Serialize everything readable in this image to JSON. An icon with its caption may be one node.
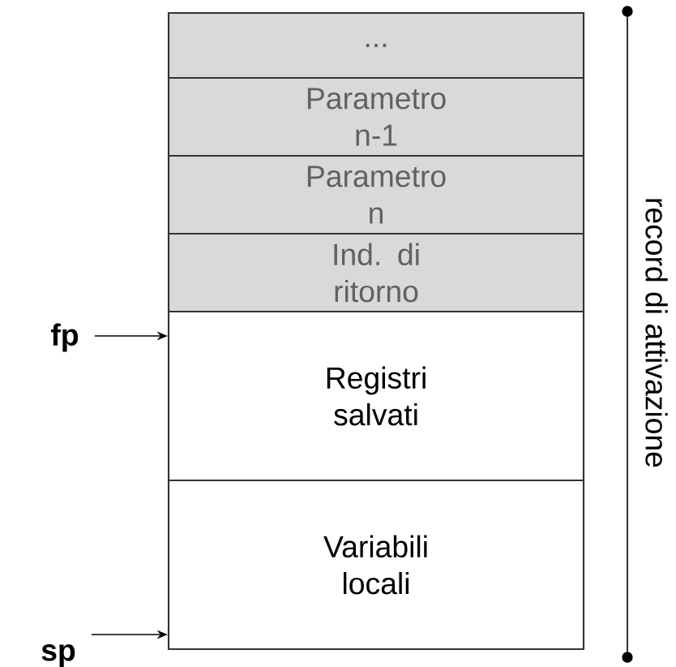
{
  "diagram": {
    "nodes": [
      {
        "text": [
          "..."
        ]
      },
      {
        "text": [
          "Parametro n-1"
        ]
      },
      {
        "text": [
          "Parametro n"
        ]
      },
      {
        "text": [
          "Ind. di ritorno"
        ]
      },
      {
        "text": [
          "Registri salvati"
        ]
      },
      {
        "text": [
          "Variabili locali"
        ]
      },
      {
        "text": [
          "fp"
        ]
      },
      {
        "text": [
          "sp"
        ]
      }
    ],
    "edges": [
      {
        "from": 6,
        "to": 4,
        "arrow": "to"
      },
      {
        "from": 7,
        "to": 5,
        "arrow": "to"
      }
    ],
    "labels": [
      "record di attivazione"
    ]
  }
}
